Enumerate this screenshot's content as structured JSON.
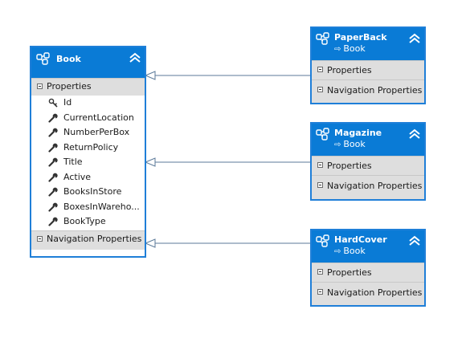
{
  "colors": {
    "header": "#0a7bd6",
    "border": "#1f7fd8",
    "section": "#dedede",
    "connector": "#5b7a99"
  },
  "entities": {
    "book": {
      "title": "Book",
      "properties_label": "Properties",
      "properties": [
        "Id",
        "CurrentLocation",
        "NumberPerBox",
        "ReturnPolicy",
        "Title",
        "Active",
        "BooksInStore",
        "BoxesInWareho...",
        "BookType"
      ],
      "navigation_label": "Navigation Properties"
    },
    "paperback": {
      "title": "PaperBack",
      "base": "Book",
      "properties_label": "Properties",
      "navigation_label": "Navigation Properties"
    },
    "magazine": {
      "title": "Magazine",
      "base": "Book",
      "properties_label": "Properties",
      "navigation_label": "Navigation Properties"
    },
    "hardcover": {
      "title": "HardCover",
      "base": "Book",
      "properties_label": "Properties",
      "navigation_label": "Navigation Properties"
    }
  },
  "icons": {
    "entity": "entity-icon",
    "collapse": "collapse-chevron-icon",
    "key": "key-icon",
    "property": "wrench-icon",
    "section_toggle": "minus-box-icon"
  }
}
